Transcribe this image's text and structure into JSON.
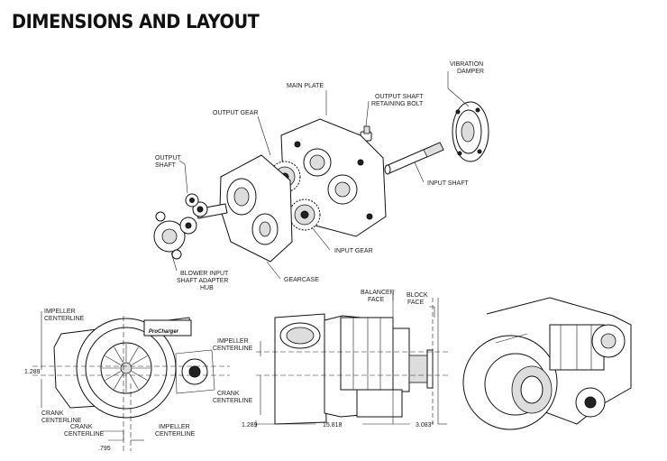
{
  "title": "DIMENSIONS AND LAYOUT",
  "labels": {
    "vibration_damper": [
      "VIBRATION",
      "DAMPER"
    ],
    "main_plate": "MAIN PLATE",
    "output_shaft_bolt": [
      "OUTPUT SHAFT",
      "RETAINING BOLT"
    ],
    "output_gear": "OUTPUT GEAR",
    "output_shaft": [
      "OUTPUT",
      "SHAFT"
    ],
    "input_shaft": "INPUT SHAFT",
    "input_gear": "INPUT GEAR",
    "blower_hub": [
      "BLOWER INPUT",
      "SHAFT ADAPTER",
      "HUB"
    ],
    "gearcase": "GEARCASE",
    "impeller_centerline_top": [
      "IMPELLER",
      "CENTERLINE"
    ],
    "crank_centerline_left": [
      "CRANK",
      "CENTERLINE"
    ],
    "crank_centerline_bottom": [
      "CRANK",
      "CENTERLINE"
    ],
    "impeller_centerline_bottom": [
      "IMPELLER",
      "CENTERLINE"
    ],
    "balancer_face": [
      "BALANCER",
      "FACE"
    ],
    "block_face": [
      "BLOCK",
      "FACE"
    ],
    "impeller_centerline_side": [
      "IMPELLER",
      "CENTERLINE"
    ],
    "crank_centerline_side": [
      "CRANK",
      "CENTERLINE"
    ]
  },
  "dimensions": {
    "left_vertical": "1.289",
    "left_horizontal": ".795",
    "side_vertical": "1.289",
    "side_length": "15.818",
    "side_offset": "3.083\""
  },
  "brand_text": "ProCharger"
}
